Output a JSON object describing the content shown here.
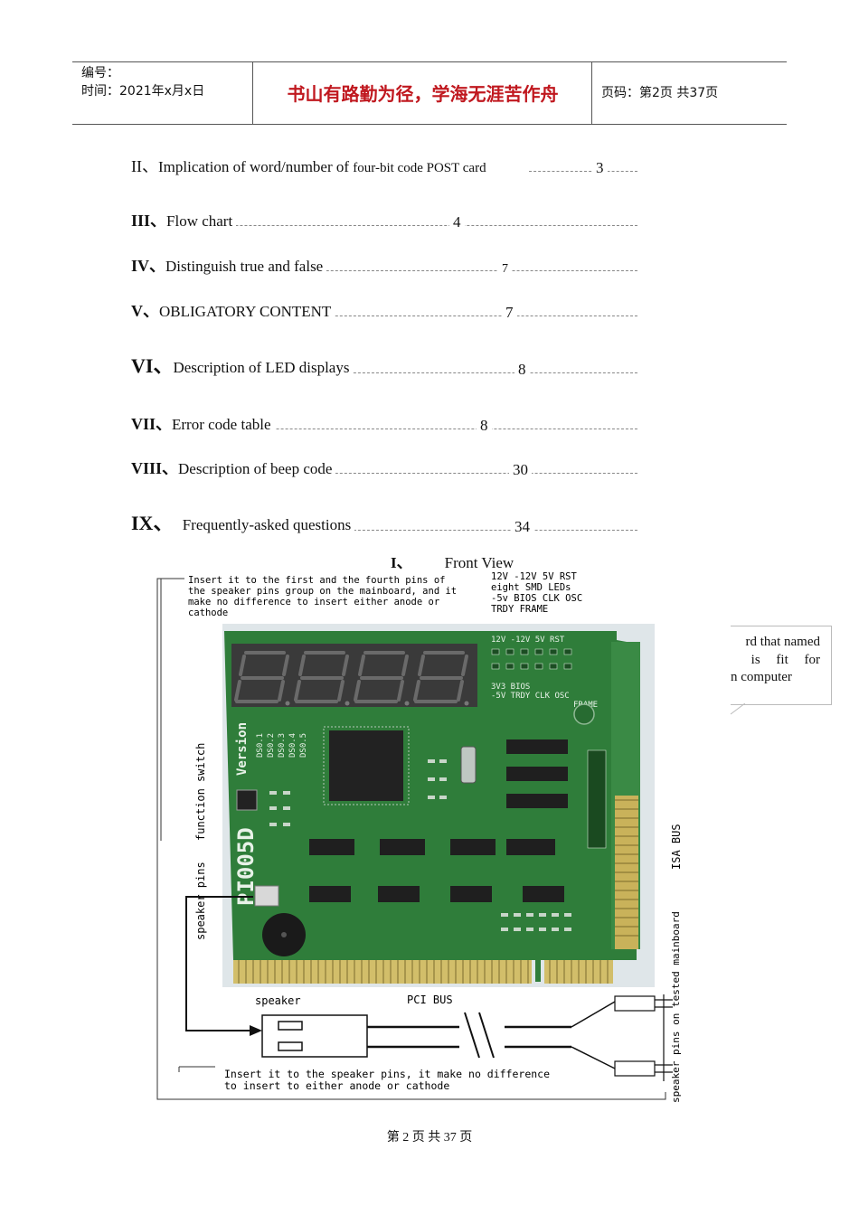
{
  "header": {
    "number_label": "编号：",
    "time_label": "时间：2021年x月x日",
    "motto": "书山有路勤为径，学海无涯苦作舟",
    "page_info": "页码：第2页  共37页"
  },
  "toc": [
    {
      "roman": "II、",
      "title": "Implication of word/number of ",
      "title_small": "four-bit code POST card",
      "page": "3"
    },
    {
      "roman": "III、",
      "title": "Flow chart",
      "page": "4"
    },
    {
      "roman": "IV、",
      "title": "Distinguish true and false",
      "page": "7"
    },
    {
      "roman": "V、",
      "title": "OBLIGATORY CONTENT",
      "page": "7"
    },
    {
      "roman": "VI、",
      "title": "Description of LED displays",
      "page": "8"
    },
    {
      "roman": "VII、",
      "title": "Error code table",
      "page": "8"
    },
    {
      "roman": "VIII、",
      "title": "Description of beep code",
      "page": "30"
    },
    {
      "roman": "IX、",
      "title": " Frequently-asked questions",
      "page": "34"
    }
  ],
  "section": {
    "number": "I、",
    "title": "Front View"
  },
  "figure": {
    "top_note": [
      "Insert it to the first and the fourth pins of",
      "the speaker pins group on the mainboard, and it",
      "make no difference to insert either  anode or",
      "cathode"
    ],
    "led_labels": [
      "12V -12V  5V  RST",
      " eight SMD LEDs",
      "-5v BIOS CLK  OSC",
      "   TRDY     FRAME"
    ],
    "pcb_top_labels": [
      "12V -12V  5V  RST",
      "3V3 BIOS",
      "-5V TRDY  CLK  OSC",
      "FRAME"
    ],
    "pcb_code_labels": [
      "DS0.1",
      "DS0.2",
      "DS0.3",
      "DS0.4",
      "DS0.5"
    ],
    "version_label": "Version",
    "model_label": "PI005D",
    "function_switch": "function switch",
    "speaker_pins": "speaker pins",
    "isa_bus": "ISA BUS",
    "speaker": "speaker",
    "pci_bus": "PCI BUS",
    "speaker_pins_tested": "speaker pins on tested mainboard",
    "bottom_note": [
      "Insert it to the speaker pins, it make no difference",
      "to insert to either anode or cathode"
    ]
  },
  "side_note": [
    "rd that named",
    "is fit for",
    "n computer"
  ],
  "footer": "第 2 页 共 37 页"
}
